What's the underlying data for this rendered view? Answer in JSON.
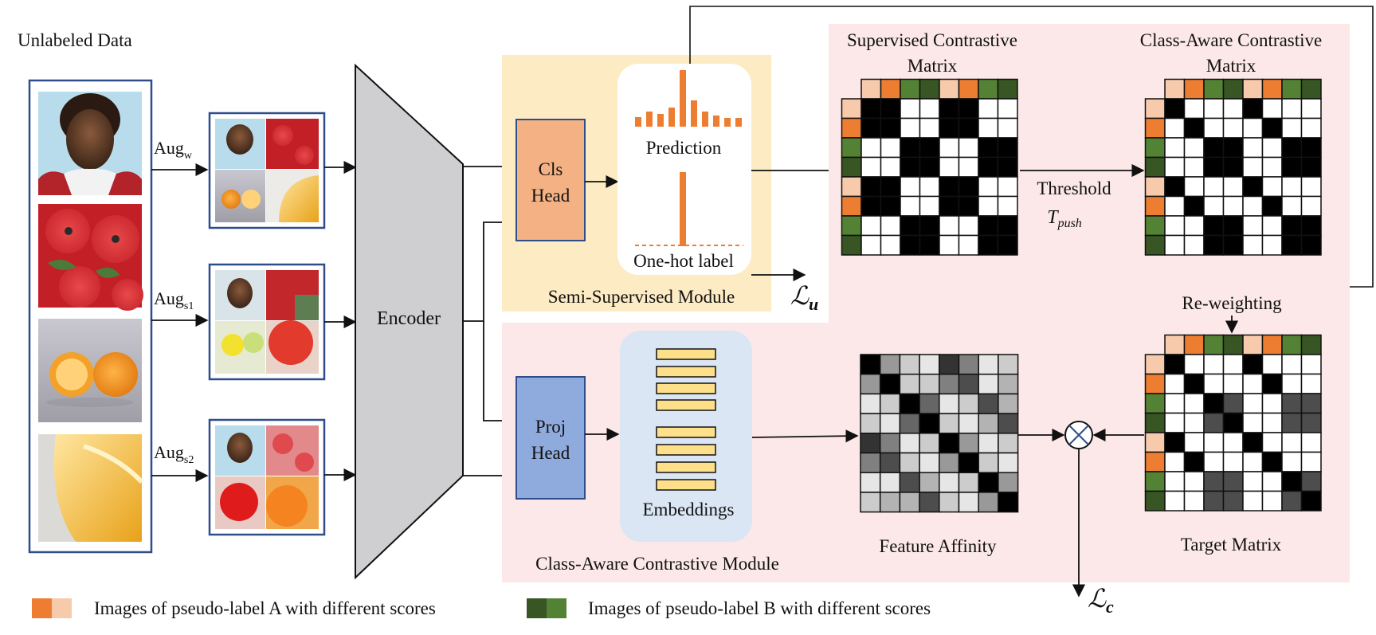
{
  "diagram": {
    "unlabeled_title": "Unlabeled Data",
    "aug_w": {
      "main": "Aug",
      "sub": "w"
    },
    "aug_s1": {
      "main": "Aug",
      "sub": "s1"
    },
    "aug_s2": {
      "main": "Aug",
      "sub": "s2"
    },
    "encoder": "Encoder",
    "cls_head": [
      "Cls",
      "Head"
    ],
    "proj_head": [
      "Proj",
      "Head"
    ],
    "prediction": "Prediction",
    "onehot": "One-hot label",
    "semi_module": "Semi-Supervised Module",
    "loss_u": {
      "main": "ℒ",
      "sub": "u"
    },
    "embeddings": "Embeddings",
    "class_module": "Class-Aware Contrastive Module",
    "sup_matrix": [
      "Supervised Contrastive",
      "Matrix"
    ],
    "cls_matrix": [
      "Class-Aware Contrastive",
      "Matrix"
    ],
    "threshold": "Threshold",
    "t_push": {
      "main": "T",
      "sub": "push"
    },
    "reweighting": "Re-weighting",
    "feature_affinity": "Feature Affinity",
    "target_matrix": "Target Matrix",
    "loss_c": {
      "main": "ℒ",
      "sub": "c"
    },
    "legend_a": "Images of pseudo-label A with different scores",
    "legend_b": "Images of pseudo-label B with different scores"
  },
  "colors": {
    "orange": "#ed7d31",
    "light_orange": "#f7caac",
    "green": "#548235",
    "dark_green": "#375623",
    "semi_bg": "#fdebc3",
    "class_bg": "#fce8e8",
    "cls_head": "#f4b183",
    "proj_head": "#8faadc",
    "embed_bg": "#dae6f3",
    "embed_bar": "#ffe08a",
    "encoder": "#cfcfd1"
  },
  "icons": {
    "input_images": "photo-thumbnail-icon",
    "prediction_chart": "bar-histogram-icon",
    "onehot_chart": "one-hot-bar-icon",
    "multiply": "circled-times-icon"
  }
}
